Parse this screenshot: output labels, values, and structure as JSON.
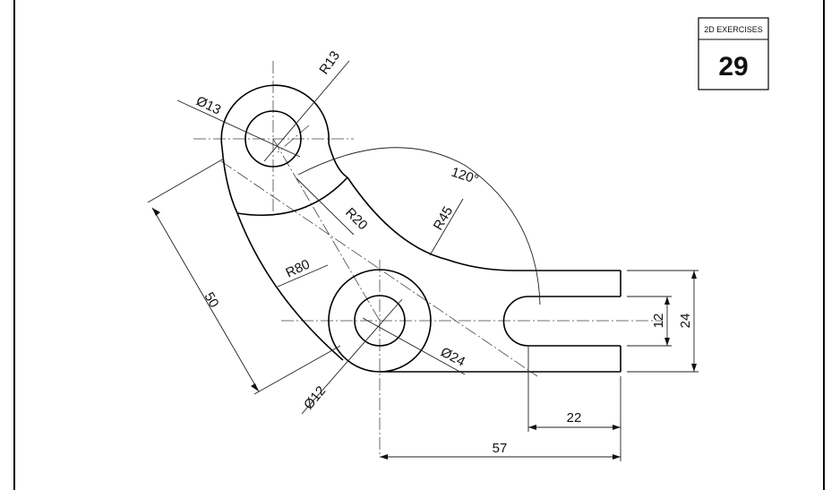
{
  "title_block": {
    "heading": "2D EXERCISES",
    "number": "29"
  },
  "dimensions": {
    "top_hole_diameter": "Ø13",
    "top_boss_radius": "R13",
    "inner_arc_radius": "R20",
    "outer_arc_radius": "R45",
    "angle": "120°",
    "large_arc_radius": "R80",
    "center_distance": "50",
    "bottom_hole_diameter": "Ø12",
    "bottom_boss_diameter": "Ø24",
    "slot_width": "12",
    "arm_height": "24",
    "slot_depth": "22",
    "overall_length": "57"
  }
}
